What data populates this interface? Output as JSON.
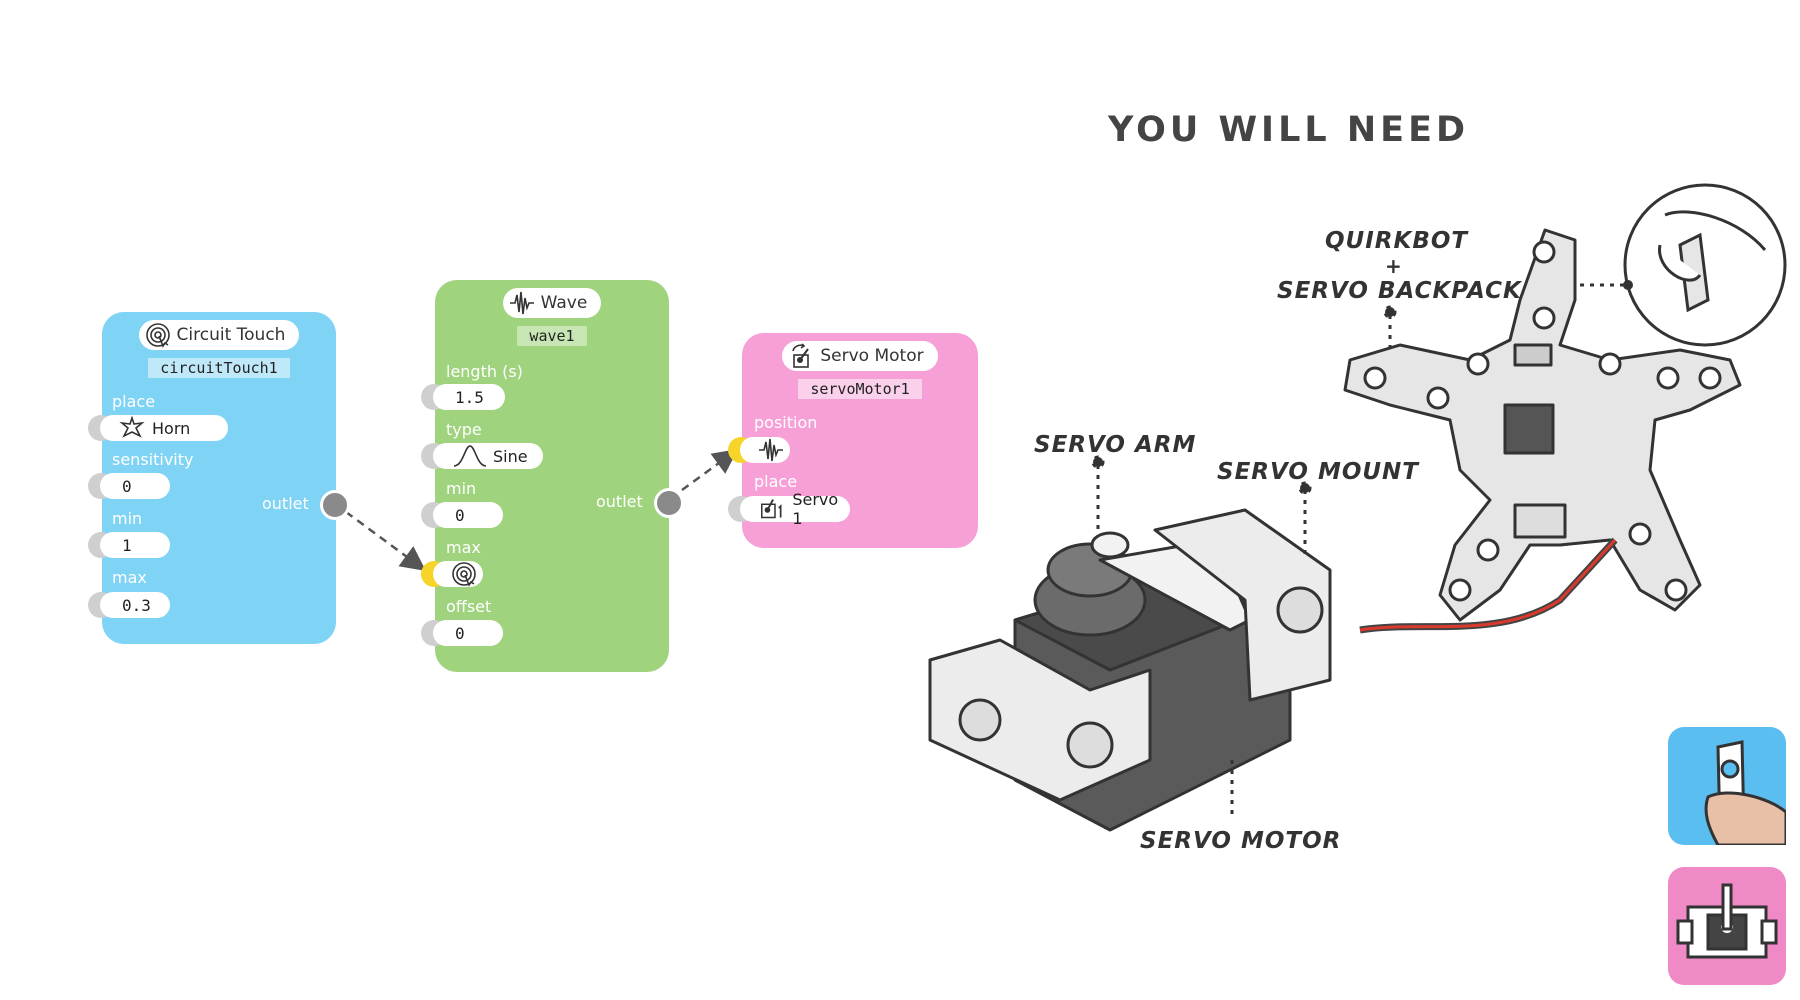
{
  "nodes": {
    "circuit_touch": {
      "title": "Circuit Touch",
      "id": "circuitTouch1",
      "place_label": "place",
      "place_value": "Horn",
      "sensitivity_label": "sensitivity",
      "sensitivity_value": "0",
      "min_label": "min",
      "min_value": "1",
      "max_label": "max",
      "max_value": "0.3",
      "outlet_label": "outlet",
      "color": "#7fd3f5"
    },
    "wave": {
      "title": "Wave",
      "id": "wave1",
      "length_label": "length (s)",
      "length_value": "1.5",
      "type_label": "type",
      "type_value": "Sine",
      "min_label": "min",
      "min_value": "0",
      "max_label": "max",
      "offset_label": "offset",
      "offset_value": "0",
      "outlet_label": "outlet",
      "color": "#9fd37e"
    },
    "servo": {
      "title": "Servo Motor",
      "id": "servoMotor1",
      "position_label": "position",
      "place_label": "place",
      "place_value": "Servo 1",
      "color": "#f6a0d7"
    }
  },
  "illustration": {
    "heading": "YOU WILL NEED",
    "callouts": {
      "quirkbot": "QUIRKBOT",
      "plus": "+",
      "backpack": "SERVO BACKPACK",
      "servo_arm": "SERVO ARM",
      "servo_mount": "SERVO MOUNT",
      "servo_motor": "SERVO MOTOR"
    }
  },
  "sidebar": {
    "thumb_1_color": "#5bbef0",
    "thumb_2_color": "#f08ac6"
  },
  "colors": {
    "active_port": "#f6d42a",
    "inactive_port": "#cfcfcf",
    "outlet_port": "#8a8a8a"
  }
}
